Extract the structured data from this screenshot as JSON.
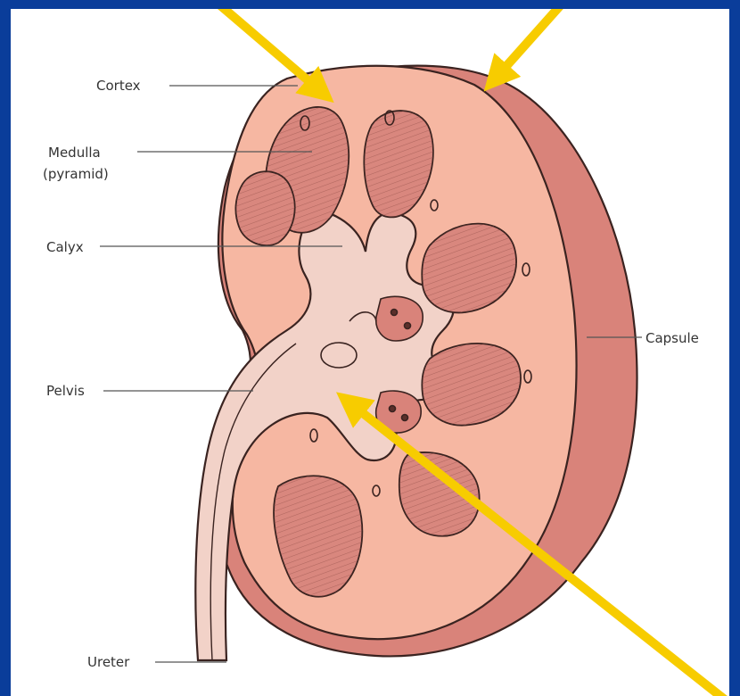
{
  "labels": {
    "cortex": "Cortex",
    "medulla_line1": "Medulla",
    "medulla_line2": "(pyramid)",
    "calyx": "Calyx",
    "pelvis": "Pelvis",
    "ureter": "Ureter",
    "capsule": "Capsule"
  },
  "colors": {
    "slide_background": "#0a3d9a",
    "figure_background": "#ffffff",
    "arrows": "#f7cc00",
    "capsule": "#d9837a",
    "cortex": "#f6b7a2",
    "medulla": "#d9877e",
    "pelvis": "#f2d2c8"
  },
  "arrows": [
    {
      "name": "arrow-to-cortex",
      "target": "cortex"
    },
    {
      "name": "arrow-to-capsule",
      "target": "capsule"
    },
    {
      "name": "arrow-to-pelvis",
      "target": "pelvis"
    }
  ]
}
